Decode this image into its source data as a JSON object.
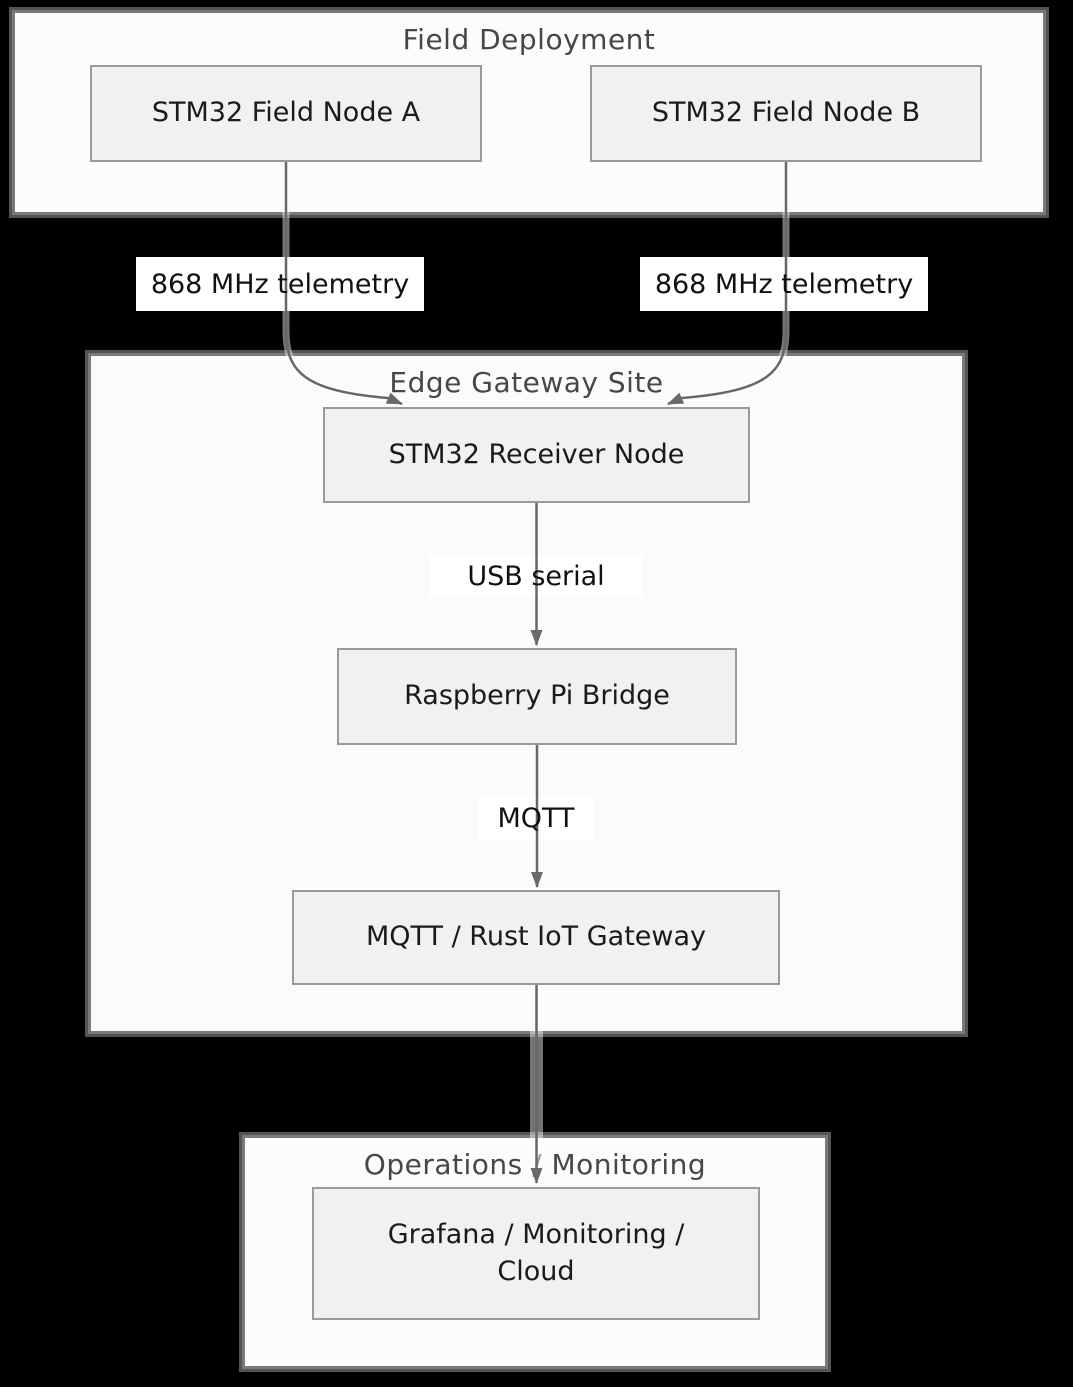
{
  "canvas": {
    "background": "#000000"
  },
  "groups": {
    "field": {
      "title": "Field Deployment"
    },
    "edge": {
      "title": "Edge Gateway Site"
    },
    "ops": {
      "title": "Operations / Monitoring"
    }
  },
  "nodes": {
    "field_node_a": {
      "label": "STM32 Field Node A"
    },
    "field_node_b": {
      "label": "STM32 Field Node B"
    },
    "receiver": {
      "label": "STM32 Receiver Node"
    },
    "pi_bridge": {
      "label": "Raspberry Pi Bridge"
    },
    "gateway": {
      "label": "MQTT / Rust IoT Gateway"
    },
    "grafana": {
      "label": "Grafana / Monitoring /\nCloud"
    }
  },
  "edge_labels": {
    "telemetry_a": "868 MHz telemetry",
    "telemetry_b": "868 MHz telemetry",
    "usb_serial": "USB serial",
    "mqtt": "MQTT"
  },
  "colors": {
    "connector": "#676767",
    "arrowhead": "#696969",
    "casing": "rgba(255,255,255,0.45)",
    "group_fill": "#FCFCFC",
    "group_border": "#7a7a7a",
    "node_fill": "#F1F1F1",
    "node_border": "#9a9a9a",
    "title_text": "#474747",
    "node_text": "#1a1a1a",
    "label_bg": "#ffffff"
  }
}
